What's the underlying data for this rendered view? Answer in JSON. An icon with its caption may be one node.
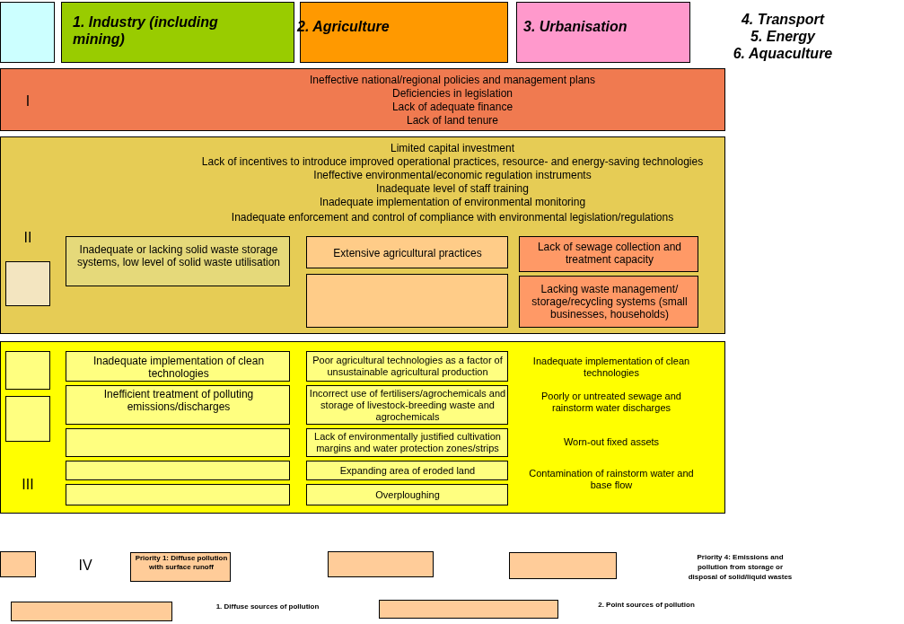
{
  "diagram": {
    "nodes": [
      {
        "text": [],
        "shape": "box"
      },
      {
        "text": [
          "1. Industry (including mining)"
        ]
      },
      {
        "text": [
          "2. Agriculture"
        ]
      },
      {
        "text": [
          "3. Urbanisation"
        ]
      },
      {
        "text": [
          "I",
          "Ineffective national/regional policies and management plans",
          "Deficiencies in legislation",
          "Lack of adequate finance",
          "Lack of land tenure"
        ]
      },
      {
        "text": [
          "II",
          "Limited capital investment",
          "Lack of incentives to introduce improved operational practices, resource- and energy-saving technologies",
          "Ineffective environmental/economic regulation instruments",
          "Inadequate level of staff training",
          "Inadequate implementation of environmental monitoring",
          "Inadequate enforcement and control of compliance with environmental legislation/regulations"
        ]
      },
      {
        "text": [],
        "shape": "box",
        "in": 5
      },
      {
        "text": [
          "Inadequate or lacking solid waste storage systems, low level of solid waste utilisation"
        ],
        "in": 5
      },
      {
        "text": [
          "Extensive agricultural practices"
        ],
        "in": 5
      },
      {
        "text": [],
        "shape": "box",
        "in": 5
      },
      {
        "text": [
          "Lack of sewage collection and treatment capacity"
        ],
        "in": 5
      },
      {
        "text": [
          "Lacking waste management/ storage/recycling systems (small businesses, households)"
        ],
        "in": 5
      },
      {
        "text": [
          "III",
          "Inadequate implementation of clean technologies",
          "Poorly or untreated sewage and rainstorm water discharges",
          "Worn-out fixed assets",
          "Contamination of rainstorm water and base flow"
        ]
      },
      {
        "text": [],
        "shape": "box",
        "in": 12
      },
      {
        "text": [],
        "shape": "box",
        "in": 12
      },
      {
        "text": [
          "Inadequate implementation of clean technologies"
        ],
        "in": 12
      },
      {
        "text": [
          "Inefficient treatment of polluting emissions/discharges"
        ],
        "in": 12
      },
      {
        "text": [],
        "shape": "box",
        "in": 12
      },
      {
        "text": [],
        "shape": "box",
        "in": 12
      },
      {
        "text": [],
        "shape": "box",
        "in": 12
      },
      {
        "text": [
          "Poor agricultural technologies as a factor of unsustainable agricultural production"
        ],
        "in": 12
      },
      {
        "text": [
          "Incorrect use of fertilisers/agrochemicals and storage of livestock-breeding waste and agrochemicals"
        ],
        "in": 12
      },
      {
        "text": [
          "Lack of environmentally justified cultivation margins and water protection zones/strips"
        ],
        "in": 12
      },
      {
        "text": [
          "Expanding area of eroded land"
        ],
        "in": 12
      },
      {
        "text": [
          "Overploughing"
        ],
        "in": 12
      },
      {
        "text": [],
        "shape": "box"
      },
      {
        "text": [
          "Priority 1: Diffuse pollution with surface runoff"
        ]
      },
      {
        "text": [],
        "shape": "box"
      },
      {
        "text": [],
        "shape": "box"
      },
      {
        "text": [],
        "shape": "box"
      },
      {
        "text": [],
        "shape": "box"
      }
    ],
    "labels": [
      "4. Transport",
      "5. Energy",
      "6. Aquaculture",
      "IV",
      "Priority 4: Emissions and pollution from storage or disposal of solid/liquid wastes",
      "1. Diffuse sources of pollution",
      "2. Point sources of pollution"
    ]
  }
}
